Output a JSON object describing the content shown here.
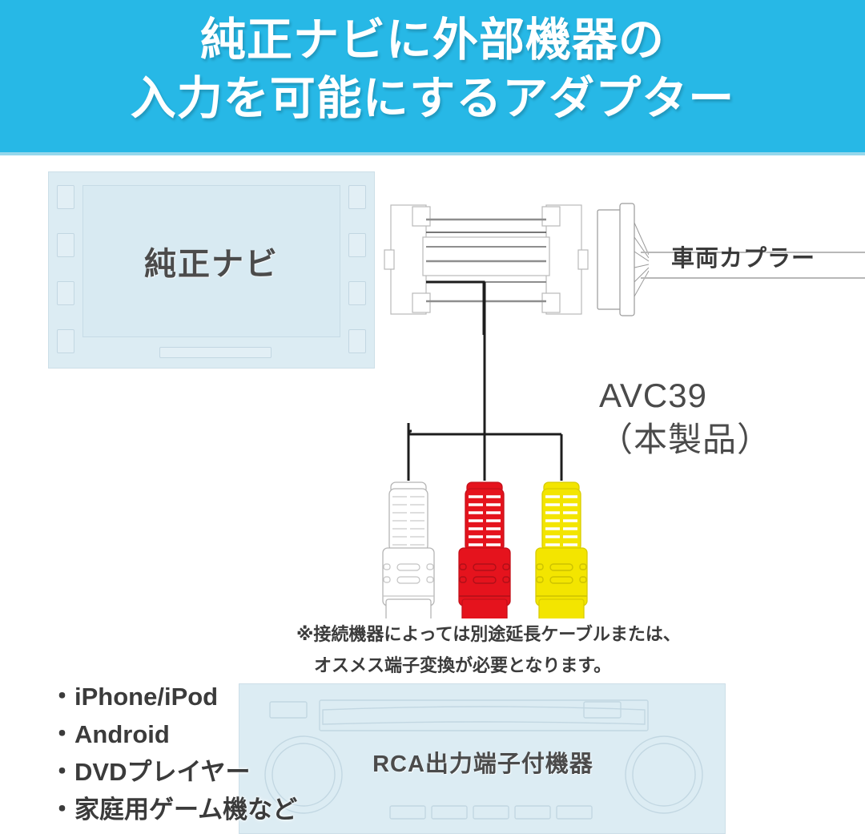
{
  "header": {
    "title": "純正ナビに外部機器の\n入力を可能にするアダプター",
    "background_color": "#27b8e6",
    "text_color": "#ffffff"
  },
  "nav_unit": {
    "screen_label": "純正ナビ",
    "body_color": "#dcecf3",
    "side_button_count": 4
  },
  "harness": {
    "coupler_label": "車両カプラー",
    "wire_count": 6
  },
  "product": {
    "label": "AVC39\n（本製品）",
    "plugs": [
      {
        "name": "white-rca-plug",
        "color": "#ffffff",
        "channel": "white"
      },
      {
        "name": "red-rca-plug",
        "color": "#e5131d",
        "channel": "red"
      },
      {
        "name": "yellow-rca-plug",
        "color": "#f3e500",
        "channel": "yellow"
      }
    ]
  },
  "note": {
    "text": "※接続機器によっては別途延長ケーブルまたは、\n　オスメス端子変換が必要となります。"
  },
  "device_list": {
    "items": [
      "・iPhone/iPod",
      "・Android",
      "・DVDプレイヤー",
      "・家庭用ゲーム機など"
    ]
  },
  "source_device": {
    "label": "RCA出力端子付機器",
    "body_color": "#dcecf3",
    "knob_count": 2,
    "button_count": 5
  }
}
